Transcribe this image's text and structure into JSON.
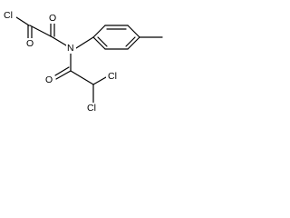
{
  "atoms": {
    "cl_acyl": "Cl",
    "o_acyl": "O",
    "o_keto": "O",
    "n": "N",
    "o_amide": "O",
    "cl_a": "Cl",
    "cl_b": "Cl"
  }
}
